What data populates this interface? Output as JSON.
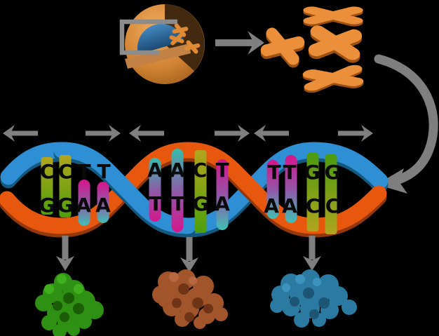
{
  "colors": {
    "background": "#000000",
    "arrow_gray": "#7F7F7F",
    "chromosome_orange": "#EC8F3A",
    "cell_membrane_orange": "#CE7D2F",
    "cell_interior_brown": "#42290F",
    "nucleus_blue": "#35719F",
    "strand_blue": "#2E8FD4",
    "strand_orange": "#E8570E",
    "base_A_teal": "#35BCAC",
    "base_T_magenta": "#D6158C",
    "base_C_yellow": "#ADA11F",
    "base_G_green": "#3E9A10",
    "protein_green": "#2F9113",
    "protein_brown": "#A2552B",
    "protein_blue": "#2A7AA1"
  },
  "dna": {
    "segments": [
      {
        "top": [
          "C",
          "C",
          "T",
          "T"
        ],
        "bottom": [
          "G",
          "G",
          "A",
          "A"
        ]
      },
      {
        "top": [
          "A",
          "A",
          "C",
          "T"
        ],
        "bottom": [
          "T",
          "T",
          "G",
          "A"
        ]
      },
      {
        "top": [
          "T",
          "T",
          "G",
          "G"
        ],
        "bottom": [
          "A",
          "A",
          "C",
          "C"
        ]
      }
    ]
  }
}
